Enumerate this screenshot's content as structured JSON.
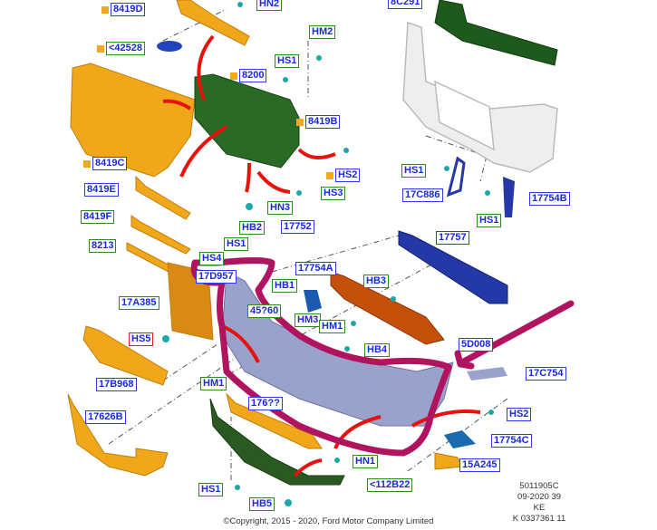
{
  "diagram": {
    "labels": [
      {
        "id": "8419D",
        "style": "blue",
        "marker": true
      },
      {
        "id": "HN2",
        "style": "green"
      },
      {
        "id": "<42528",
        "style": "green",
        "marker": true
      },
      {
        "id": "HM2",
        "style": "green"
      },
      {
        "id": "HS1",
        "style": "green"
      },
      {
        "id": "8200",
        "style": "blue",
        "marker": true
      },
      {
        "id": "8419B",
        "style": "blue",
        "marker": true
      },
      {
        "id": "8419C",
        "style": "blue",
        "marker": true
      },
      {
        "id": "HS2",
        "style": "blue",
        "marker": true
      },
      {
        "id": "HS3",
        "style": "green"
      },
      {
        "id": "HN3",
        "style": "green"
      },
      {
        "id": "8419E",
        "style": "blue"
      },
      {
        "id": "8419F",
        "style": "green"
      },
      {
        "id": "8213",
        "style": "green"
      },
      {
        "id": "HB2",
        "style": "green"
      },
      {
        "id": "17752",
        "style": "blue"
      },
      {
        "id": "HS1",
        "style": "green"
      },
      {
        "id": "HS4",
        "style": "green"
      },
      {
        "id": "17D957",
        "style": "blue"
      },
      {
        "id": "17754A",
        "style": "blue"
      },
      {
        "id": "HB1",
        "style": "green"
      },
      {
        "id": "17A385",
        "style": "green"
      },
      {
        "id": "45?60",
        "style": "green"
      },
      {
        "id": "HM3",
        "style": "green"
      },
      {
        "id": "HM1",
        "style": "green"
      },
      {
        "id": "HB3",
        "style": "green"
      },
      {
        "id": "HS5",
        "style": "red"
      },
      {
        "id": "HB4",
        "style": "green"
      },
      {
        "id": "17B968",
        "style": "blue"
      },
      {
        "id": "HM1",
        "style": "green"
      },
      {
        "id": "176??",
        "style": "blue"
      },
      {
        "id": "17626B",
        "style": "blue"
      },
      {
        "id": "HN1",
        "style": "green"
      },
      {
        "id": "HS1",
        "style": "green"
      },
      {
        "id": "<112B22",
        "style": "green"
      },
      {
        "id": "HB5",
        "style": "green"
      },
      {
        "id": "8C291",
        "style": "blue"
      },
      {
        "id": "HS1",
        "style": "green"
      },
      {
        "id": "17C886",
        "style": "blue"
      },
      {
        "id": "17754B",
        "style": "blue"
      },
      {
        "id": "HS1",
        "style": "green"
      },
      {
        "id": "17757",
        "style": "blue"
      },
      {
        "id": "5D008",
        "style": "blue"
      },
      {
        "id": "17C754",
        "style": "blue"
      },
      {
        "id": "HS2",
        "style": "blue"
      },
      {
        "id": "17754C",
        "style": "blue"
      },
      {
        "id": "15A245",
        "style": "blue"
      }
    ],
    "info_lines": [
      "5011905C",
      "09-2020 39",
      "KE",
      "K 0337361 11"
    ],
    "copyright": "©Copyright, 2015 - 2020, Ford Motor Company Limited",
    "colors": {
      "label_blue": "#2b3cf0",
      "label_green": "#2e8b1e",
      "label_red": "#e01e1e",
      "marker": "#f5a623",
      "annotation": "#b0145f",
      "arrow": "#e8120c"
    }
  }
}
